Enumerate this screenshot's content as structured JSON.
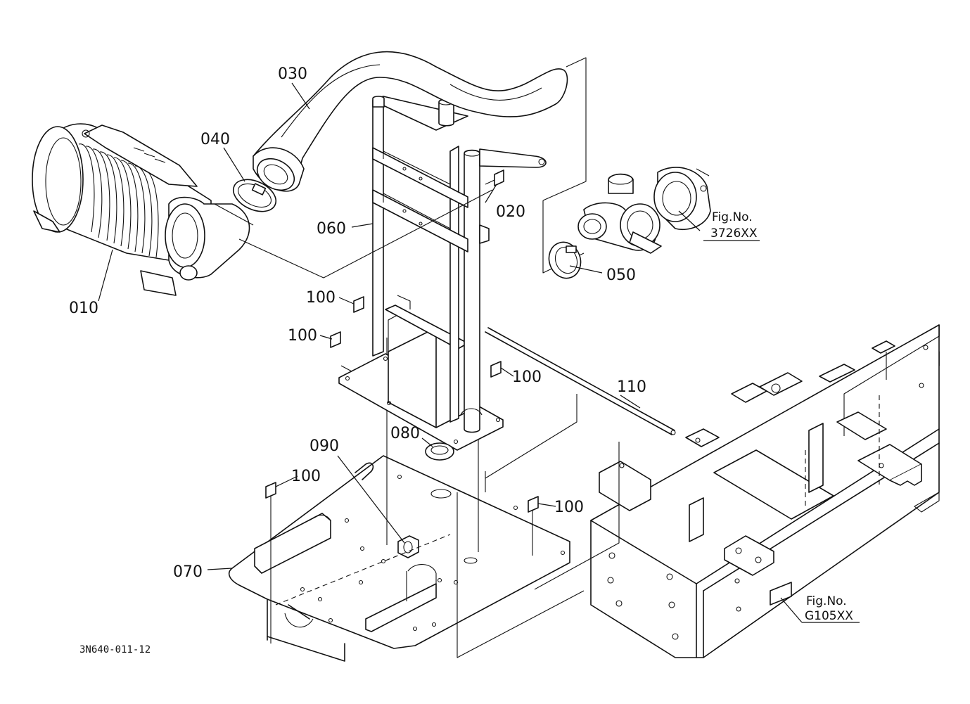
{
  "parts": [
    {
      "id": "010"
    },
    {
      "id": "020"
    },
    {
      "id": "030"
    },
    {
      "id": "040"
    },
    {
      "id": "050"
    },
    {
      "id": "060"
    },
    {
      "id": "070"
    },
    {
      "id": "080"
    },
    {
      "id": "090"
    },
    {
      "id": "100"
    },
    {
      "id": "110"
    }
  ],
  "bolt_labels": [
    "100",
    "100",
    "100",
    "100",
    "100"
  ],
  "fig_refs": [
    {
      "title": "Fig.No.",
      "code": "3726XX"
    },
    {
      "title": "Fig.No.",
      "code": "G105XX"
    }
  ],
  "diagram_code": "3N640-011-12"
}
